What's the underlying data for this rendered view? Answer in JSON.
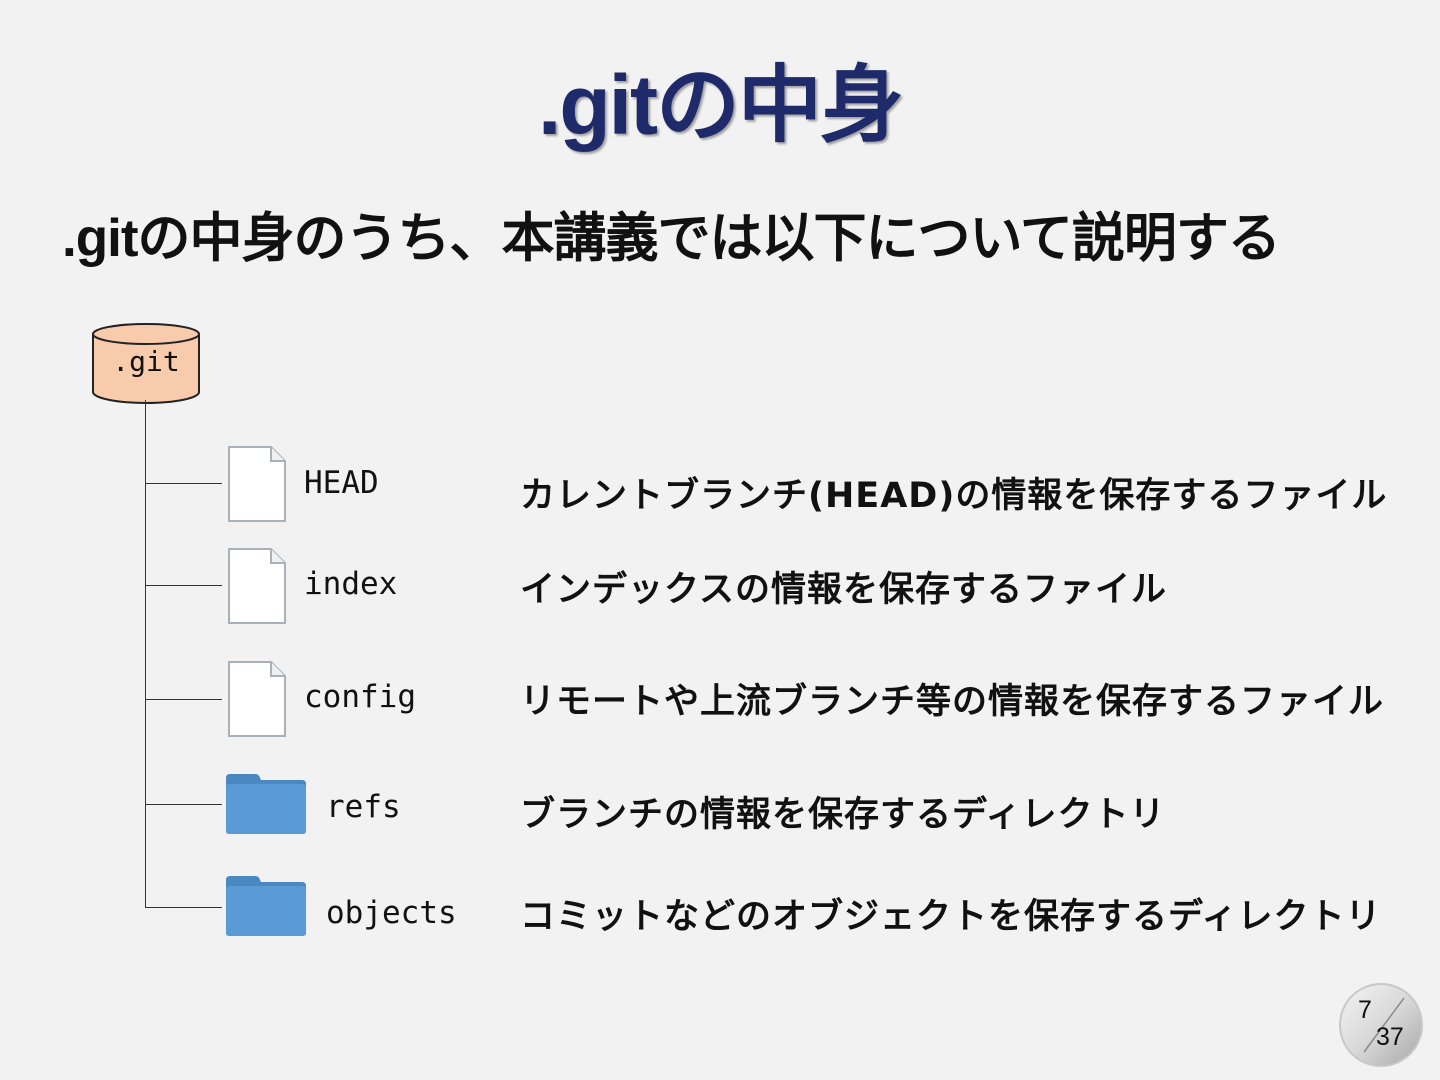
{
  "title": ".gitの中身",
  "subtitle": ".gitの中身のうち、本講義では以下について説明する",
  "repo": {
    "label": ".git"
  },
  "items": [
    {
      "name": "HEAD",
      "type": "file",
      "description": "カレントブランチ(HEAD)の情報を保存するファイル"
    },
    {
      "name": "index",
      "type": "file",
      "description": "インデックスの情報を保存するファイル"
    },
    {
      "name": "config",
      "type": "file",
      "description": "リモートや上流ブランチ等の情報を保存するファイル"
    },
    {
      "name": "refs",
      "type": "folder",
      "description": "ブランチの情報を保存するディレクトリ"
    },
    {
      "name": "objects",
      "type": "folder",
      "description": "コミットなどのオブジェクトを保存するディレクトリ"
    }
  ],
  "page": {
    "current": "7",
    "total": "37"
  },
  "colors": {
    "title": "#1f2a6b",
    "repo_fill": "#f8cbad",
    "folder": "#5b9bd5"
  },
  "icons": {
    "repo": "database-cylinder-icon",
    "file": "file-icon",
    "folder": "folder-icon"
  }
}
